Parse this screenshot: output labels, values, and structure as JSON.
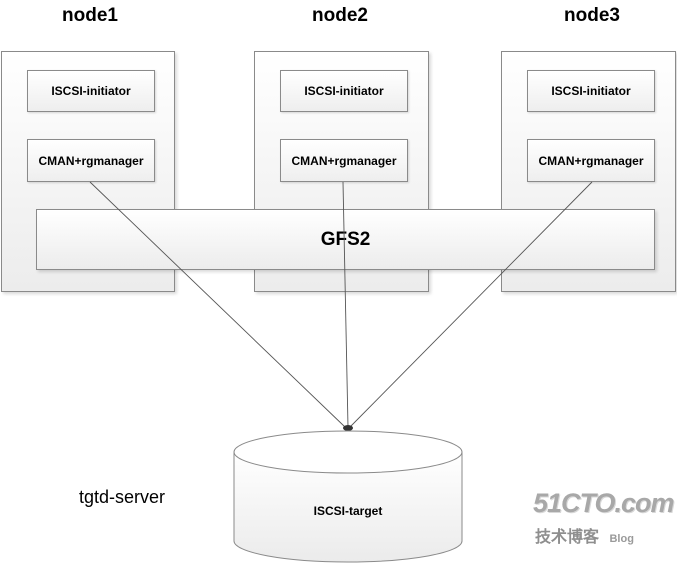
{
  "nodes": [
    {
      "title": "node1",
      "initiator": "ISCSI-initiator",
      "cluster": "CMAN+rgmanager"
    },
    {
      "title": "node2",
      "initiator": "ISCSI-initiator",
      "cluster": "CMAN+rgmanager"
    },
    {
      "title": "node3",
      "initiator": "ISCSI-initiator",
      "cluster": "CMAN+rgmanager"
    }
  ],
  "filesystem": "GFS2",
  "server": {
    "name": "tgtd-server",
    "storage": "ISCSI-target"
  },
  "watermark": {
    "brand": "51CTO.com",
    "sub_cn": "技术博客",
    "sub_en": "Blog"
  },
  "colors": {
    "border": "#8a8a8a",
    "line": "#555555",
    "watermark": "#9a9a9a"
  }
}
